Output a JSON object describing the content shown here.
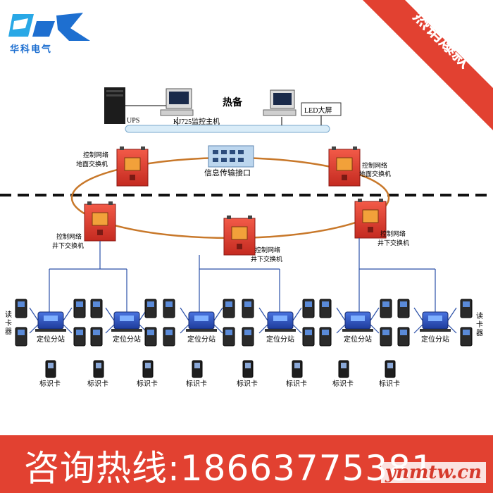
{
  "logo": {
    "brand_name": "华科电气"
  },
  "banner": {
    "text": "热销爆款"
  },
  "top": {
    "ups_label": "UPS",
    "host_label": "KJ725监控主机",
    "hotbackup_label": "热备",
    "led_label": "LED大屏"
  },
  "surface": {
    "switch_left_label": [
      "控制网络",
      "地面交换机"
    ],
    "switch_right_label": [
      "控制网络",
      "地面交换机"
    ],
    "interface_label": "信息传输接口"
  },
  "underground": {
    "switch_left_label": [
      "控制网络",
      "井下交换机"
    ],
    "switch_center_label": [
      "控制网络",
      "井下交换机"
    ],
    "switch_right_label": [
      "控制网络",
      "井下交换机"
    ]
  },
  "stations": {
    "station_label": "定位分站",
    "count": 6,
    "reader_side_label": "读卡器"
  },
  "cards": {
    "card_label": "标识卡",
    "count": 8
  },
  "footer": {
    "hotline": "咨询热线:18663775381"
  },
  "watermark": "ynmtw.cn",
  "colors": {
    "switch_red": "#e03a2e",
    "ring_orange": "#c8782a",
    "station_blue": "#2f56c8",
    "line_blue": "#2a4fa8",
    "footer_red": "#e24131"
  }
}
